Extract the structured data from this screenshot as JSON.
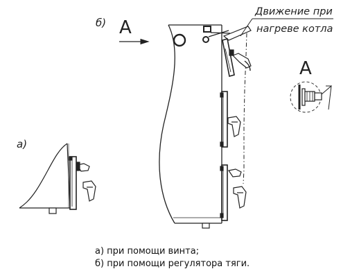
{
  "labels": {
    "b_marker": "б)",
    "a_marker": "а)",
    "view_a_top": "А",
    "view_a_right": "А",
    "movement_line1": "Движение при",
    "movement_line2": "нагреве котла"
  },
  "captions": [
    "а) при помощи винта;",
    "б) при помощи регулятора тяги."
  ]
}
